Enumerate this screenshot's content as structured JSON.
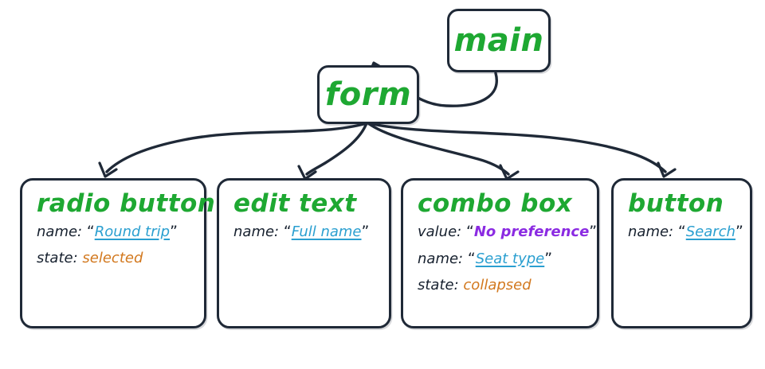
{
  "diagram": {
    "type": "accessibility-tree",
    "title": "",
    "colors": {
      "node_border": "#1f2937",
      "node_fill": "#ffffff",
      "edge": "#1f2937",
      "role_green": "#1ea832",
      "value_link_teal": "#2a9fd0",
      "value_violet": "#8b2be2",
      "value_orange": "#d2781e",
      "label_dark": "#16202e"
    },
    "labels": {
      "name_key": "name:",
      "state_key": "state:",
      "value_key": "value:",
      "open_quote": "“",
      "close_quote": "”"
    }
  },
  "nodes": {
    "main": {
      "role": "main"
    },
    "form": {
      "role": "form"
    },
    "radio_button": {
      "role": "radio button",
      "props": [
        {
          "key": "name:",
          "value": "Round trip",
          "style": "link",
          "quoted": true
        },
        {
          "key": "state:",
          "value": "selected",
          "style": "orange",
          "quoted": false
        }
      ]
    },
    "edit_text": {
      "role": "edit text",
      "props": [
        {
          "key": "name:",
          "value": "Full name",
          "style": "link",
          "quoted": true
        }
      ]
    },
    "combo_box": {
      "role": "combo box",
      "props": [
        {
          "key": "value:",
          "value": "No preference",
          "style": "violet",
          "quoted": true
        },
        {
          "key": "name:",
          "value": "Seat type",
          "style": "link",
          "quoted": true
        },
        {
          "key": "state:",
          "value": "collapsed",
          "style": "orange",
          "quoted": false
        }
      ]
    },
    "button": {
      "role": "button",
      "props": [
        {
          "key": "name:",
          "value": "Search",
          "style": "link",
          "quoted": true
        }
      ]
    }
  },
  "edges": [
    {
      "from": "main",
      "to": "form"
    },
    {
      "from": "form",
      "to": "radio button"
    },
    {
      "from": "form",
      "to": "edit text"
    },
    {
      "from": "form",
      "to": "combo box"
    },
    {
      "from": "form",
      "to": "button"
    }
  ]
}
